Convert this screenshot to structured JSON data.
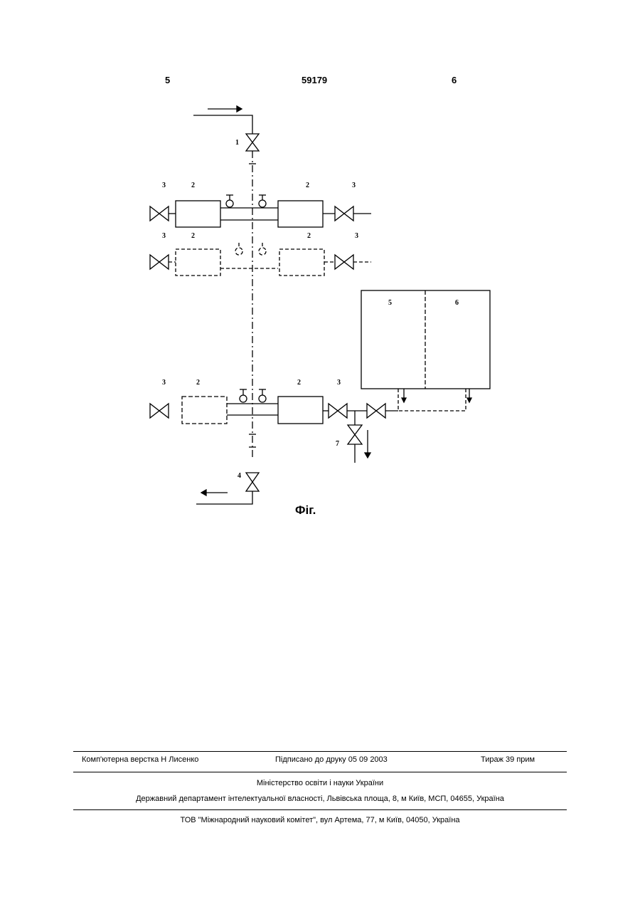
{
  "header": {
    "page_left": "5",
    "patent_number": "59179",
    "page_right": "6"
  },
  "figure": {
    "caption": "Фіг.",
    "labels": {
      "valve_inlet": "1",
      "valve_outlet": "4",
      "valve_side": "3",
      "heater": "2",
      "chamber_left": "5",
      "chamber_right": "6",
      "valve_drain": "7"
    }
  },
  "imprint": {
    "typesetting": "Комп'ютерна верстка Н  Лисенко",
    "signed": "Підписано до друку 05 09 2003",
    "circulation": "Тираж 39 прим",
    "ministry": "Міністерство освіти і науки України",
    "department": "Державний департамент інтелектуальної власності, Львівська площа, 8, м  Київ, МСП, 04655, Україна",
    "publisher": "ТОВ \"Міжнародний науковий комітет\", вул  Артема, 77, м  Київ, 04050, Україна"
  }
}
